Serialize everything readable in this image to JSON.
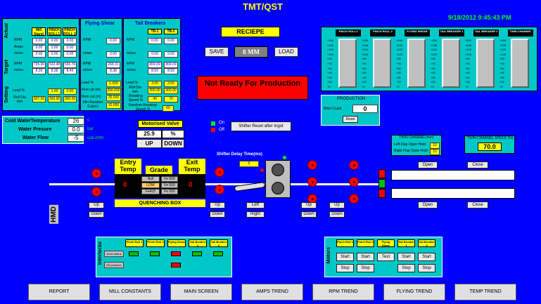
{
  "title": "TMT/QST",
  "datetime": "9/18/2012 9:45:43 PM",
  "recipe": {
    "title": "RECIEPE",
    "save": "SAVE",
    "size": "8 MM",
    "load": "LOAD"
  },
  "status": "Not Ready For Production",
  "stands": {
    "heads": [
      "Mill Stand",
      "PINCH ROLL1",
      "PINCH ROLL 2"
    ],
    "actual_label": "Actual",
    "target_label": "Target",
    "setting_label": "Setting",
    "rows": {
      "rpm": "RPM",
      "amps": "Amps",
      "msec": "m/sec"
    },
    "actual": {
      "rpm": [
        "0.00",
        "0.00",
        "0.00"
      ],
      "amps": [
        "0.00",
        "0.00",
        "0.00"
      ],
      "msec": [
        "0.00",
        "0.00",
        "0.00"
      ]
    },
    "target": {
      "rpm": [
        "735.00",
        "533.48",
        "536.76"
      ],
      "msec": [
        "8.30",
        "8.38",
        "8.46"
      ]
    },
    "setting": {
      "lead_label": "Lead %",
      "lead": [
        "1.00",
        "2.00"
      ],
      "rolldia_label": "Roll Dia mm",
      "rolldia": [
        "307.00",
        "300.00",
        "300.00"
      ]
    }
  },
  "flying_shear": {
    "title": "Flying Shear",
    "rpm": "RPM",
    "msec": "m/sec",
    "actual": {
      "rpm": "0.00",
      "msec": "0.00"
    },
    "target": {
      "rpm": "268.31",
      "msec": "8.38"
    },
    "settings": [
      {
        "label": "Lead %",
        "value": "1.000"
      },
      {
        "label": "First cut (m)",
        "value": "200.000"
      },
      {
        "label": "Rem cut (m)",
        "value": "35.000"
      },
      {
        "label": "Min Random Cut(m)",
        "value": "15.000"
      }
    ]
  },
  "tail_breakers": {
    "title": "Tail Breakers",
    "heads": [
      "TB-1",
      "TB-2"
    ],
    "rpm": "RPM",
    "msec": "m/sec",
    "actual": {
      "rpm": [
        "0.00",
        "0.00"
      ],
      "msec": [
        "0.00",
        "0.00"
      ]
    },
    "target": {
      "rpm": [
        "809.09",
        "809.09"
      ],
      "msec": [
        "8.59",
        "8.59"
      ]
    },
    "lead_label": "Lead %",
    "lead": [
      "3.00",
      "3.50"
    ],
    "rolldia_label": "Roll Dia mm",
    "rolldia": [
      "300.00",
      "300.00"
    ],
    "breaking_label": "Breaking Speed %",
    "breaking": [
      "40",
      "70"
    ],
    "random_label": "Random Breaking Speed %",
    "random": "60"
  },
  "water": {
    "rows": [
      {
        "label": "Cold WaterTemperature",
        "value": "26",
        "unit": "c"
      },
      {
        "label": "Water Presure",
        "value": "0.0",
        "unit": "bar"
      },
      {
        "label": "Water Flow",
        "value": "-5",
        "unit": "cub.m/hr"
      }
    ]
  },
  "motorised_valve": {
    "label": "Motorised Valve",
    "value": "25.9",
    "unit": "%",
    "up": "UP",
    "down": "DOWN"
  },
  "legend": {
    "on": "On",
    "off": "Off"
  },
  "shifter_reset": "Shifter Reset after Ingot",
  "shifter_delay": {
    "label": "Shifter Delay Time(ms)",
    "value": "0"
  },
  "production": {
    "title": "PRODUCTION",
    "billet_label": "Billet Count",
    "billet": "0",
    "reset": "Reset"
  },
  "bar_graph": {
    "heads": [
      "PINCH ROLL1",
      "PINCH ROLL 2",
      "FLYING SHEAR",
      "TAIL BREAKER 1",
      "TAIL BREAKER 2",
      "TWIN CHANNEL"
    ],
    "scale": [
      "150",
      "135",
      "120",
      "105",
      "90",
      "75",
      "60",
      "45",
      "30",
      "15",
      "0"
    ]
  },
  "twin_channel": {
    "title": "TWIN CHANNEL(mm)",
    "left_label": "Left Flap Open Hold",
    "left": "10",
    "right_label": "Right Flap Open Hold",
    "right": "10",
    "speed_label": "TWIN CHANNEL SPEED (%)",
    "speed": "70.0",
    "open": "Open",
    "close": "Close"
  },
  "quench": {
    "entry": "Entry Temp",
    "grade": "Grade",
    "exit": "Exit Temp",
    "entry_val": "0",
    "exit_val": "0",
    "grades": [
      [
        "Null",
        "Fe 500"
      ],
      [
        "LOW",
        "Fe 550"
      ],
      [
        "Fe415",
        "Fe 600"
      ]
    ],
    "box": "QUENCHING BOX"
  },
  "hmd": "HMD",
  "controls": {
    "up": "Up",
    "down": "Down",
    "left": "Left",
    "right": "Right"
  },
  "interlocks": {
    "title": "Interlocks",
    "heads": [
      "Pinch Roll 1",
      "Pinch Roll 2",
      "Flying Shear",
      "Tail Breaker 1",
      "Tail Breaker 2"
    ],
    "drive": "Drive status",
    "oil": "Oil pressure"
  },
  "motors": {
    "title": "Motors",
    "heads": [
      "Pinch Roll 1",
      "Pinch Roll 2",
      "Flying Shear",
      "Tail Breaker 1",
      "Tail Breaker 2"
    ],
    "start": "Start",
    "stop": "Stop",
    "test": "Test"
  },
  "nav": [
    "REPORT",
    "MILL CONSTANTS",
    "MAIN SCREEN",
    "AMPS TREND",
    "RPM TREND",
    "FLYING TREND",
    "TEMP TREND"
  ],
  "colors": {
    "background": "#0000ff",
    "panel": "#00c8c8",
    "alarm": "#ff0000",
    "highlight": "#ffff00"
  }
}
